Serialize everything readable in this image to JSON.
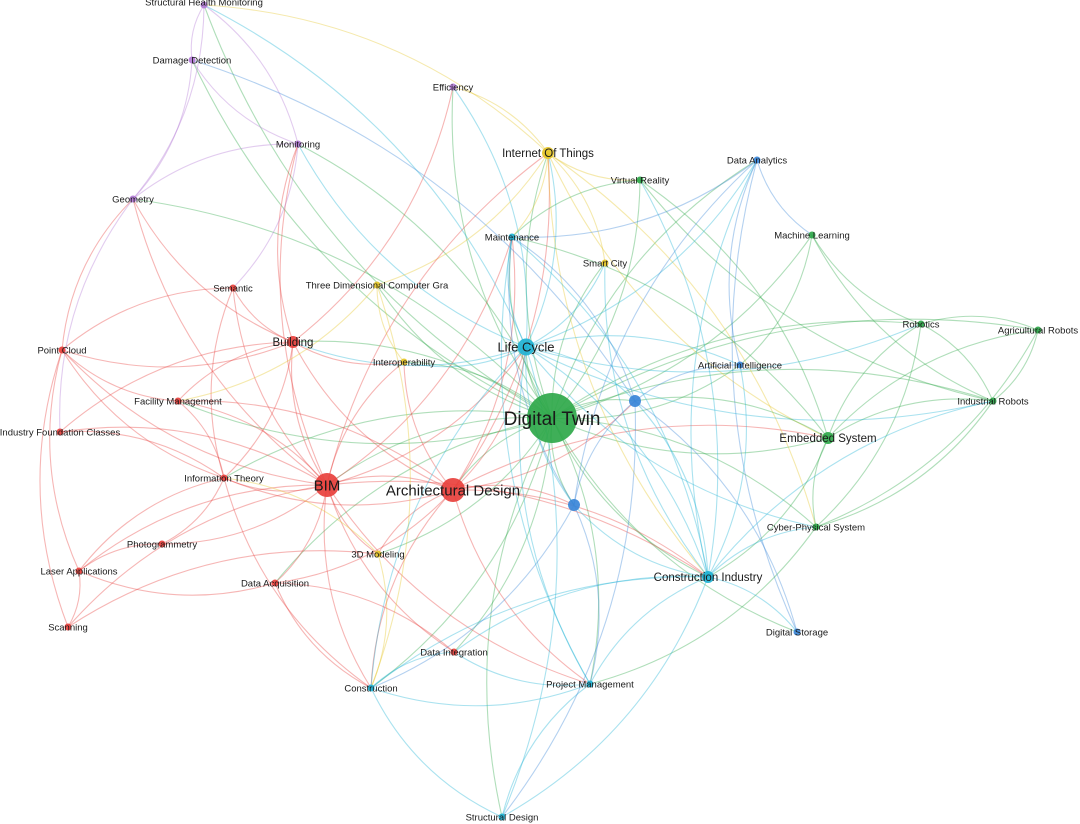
{
  "palette": {
    "red": "#e8403c",
    "green": "#2fa84a",
    "cyan": "#1fb2d4",
    "blue": "#3a86d8",
    "purple": "#b27ad6",
    "yellow": "#e6c627"
  },
  "nodes": [
    {
      "id": "structural-health-monitoring",
      "label": "Structural Health Monitoring",
      "cluster": "purple",
      "weight": 1
    },
    {
      "id": "damage-detection",
      "label": "Damage Detection",
      "cluster": "purple",
      "weight": 1
    },
    {
      "id": "monitoring",
      "label": "Monitoring",
      "cluster": "purple",
      "weight": 1
    },
    {
      "id": "geometry",
      "label": "Geometry",
      "cluster": "purple",
      "weight": 1
    },
    {
      "id": "efficiency",
      "label": "Efficiency",
      "cluster": "purple",
      "weight": 1
    },
    {
      "id": "internet-of-things",
      "label": "Internet Of Things",
      "cluster": "yellow",
      "weight": 2
    },
    {
      "id": "smart-city",
      "label": "Smart City",
      "cluster": "yellow",
      "weight": 1
    },
    {
      "id": "three-dimensional-computer-gra",
      "label": "Three Dimensional Computer Gra",
      "cluster": "yellow",
      "weight": 1
    },
    {
      "id": "interoperability",
      "label": "Interoperability",
      "cluster": "yellow",
      "weight": 1
    },
    {
      "id": "3d-modeling",
      "label": "3D Modeling",
      "cluster": "yellow",
      "weight": 1
    },
    {
      "id": "virtual-reality",
      "label": "Virtual Reality",
      "cluster": "green",
      "weight": 1
    },
    {
      "id": "machine-learning",
      "label": "Machine Learning",
      "cluster": "green",
      "weight": 1
    },
    {
      "id": "robotics",
      "label": "Robotics",
      "cluster": "green",
      "weight": 1
    },
    {
      "id": "agricultural-robots",
      "label": "Agricultural Robots",
      "cluster": "green",
      "weight": 1
    },
    {
      "id": "industrial-robots",
      "label": "Industrial Robots",
      "cluster": "green",
      "weight": 1
    },
    {
      "id": "embedded-system",
      "label": "Embedded System",
      "cluster": "green",
      "weight": 2
    },
    {
      "id": "cyber-physical-system",
      "label": "Cyber-Physical System",
      "cluster": "green",
      "weight": 1
    },
    {
      "id": "digital-twin",
      "label": "Digital Twin",
      "cluster": "green",
      "weight": 6
    },
    {
      "id": "data-analytics",
      "label": "Data Analytics",
      "cluster": "blue",
      "weight": 1
    },
    {
      "id": "artificial-intelligence",
      "label": "Artificial Intelligence",
      "cluster": "blue",
      "weight": 1
    },
    {
      "id": "digital-storage",
      "label": "Digital Storage",
      "cluster": "blue",
      "weight": 1
    },
    {
      "id": "unlabeled-blue-a",
      "label": "",
      "cluster": "blue",
      "weight": 2
    },
    {
      "id": "unlabeled-blue-b",
      "label": "",
      "cluster": "blue",
      "weight": 2
    },
    {
      "id": "maintenance",
      "label": "Maintenance",
      "cluster": "cyan",
      "weight": 1
    },
    {
      "id": "life-cycle",
      "label": "Life Cycle",
      "cluster": "cyan",
      "weight": 3
    },
    {
      "id": "construction-industry",
      "label": "Construction Industry",
      "cluster": "cyan",
      "weight": 2
    },
    {
      "id": "project-management",
      "label": "Project Management",
      "cluster": "cyan",
      "weight": 1
    },
    {
      "id": "construction",
      "label": "Construction",
      "cluster": "cyan",
      "weight": 1
    },
    {
      "id": "structural-design",
      "label": "Structural Design",
      "cluster": "cyan",
      "weight": 1
    },
    {
      "id": "building",
      "label": "Building",
      "cluster": "red",
      "weight": 2
    },
    {
      "id": "semantic",
      "label": "Semantic",
      "cluster": "red",
      "weight": 1
    },
    {
      "id": "point-cloud",
      "label": "Point Cloud",
      "cluster": "red",
      "weight": 1
    },
    {
      "id": "facility-management",
      "label": "Facility Management",
      "cluster": "red",
      "weight": 1
    },
    {
      "id": "industry-foundation-classes",
      "label": "Industry Foundation Classes",
      "cluster": "red",
      "weight": 1
    },
    {
      "id": "information-theory",
      "label": "Information Theory",
      "cluster": "red",
      "weight": 1
    },
    {
      "id": "bim",
      "label": "BIM",
      "cluster": "red",
      "weight": 4
    },
    {
      "id": "architectural-design",
      "label": "Architectural Design",
      "cluster": "red",
      "weight": 4
    },
    {
      "id": "photogrammetry",
      "label": "Photogrammetry",
      "cluster": "red",
      "weight": 1
    },
    {
      "id": "laser-applications",
      "label": "Laser Applications",
      "cluster": "red",
      "weight": 1
    },
    {
      "id": "data-acquisition",
      "label": "Data Acquisition",
      "cluster": "red",
      "weight": 1
    },
    {
      "id": "scanning",
      "label": "Scanning",
      "cluster": "red",
      "weight": 1
    },
    {
      "id": "data-integration",
      "label": "Data Integration",
      "cluster": "red",
      "weight": 1
    }
  ],
  "links": [
    [
      "digital-twin",
      "architectural-design"
    ],
    [
      "digital-twin",
      "bim"
    ],
    [
      "digital-twin",
      "life-cycle"
    ],
    [
      "digital-twin",
      "building"
    ],
    [
      "digital-twin",
      "internet-of-things"
    ],
    [
      "digital-twin",
      "virtual-reality"
    ],
    [
      "digital-twin",
      "maintenance"
    ],
    [
      "digital-twin",
      "smart-city"
    ],
    [
      "digital-twin",
      "interoperability"
    ],
    [
      "digital-twin",
      "three-dimensional-computer-gra"
    ],
    [
      "digital-twin",
      "embedded-system"
    ],
    [
      "digital-twin",
      "industrial-robots"
    ],
    [
      "digital-twin",
      "robotics"
    ],
    [
      "digital-twin",
      "agricultural-robots"
    ],
    [
      "digital-twin",
      "cyber-physical-system"
    ],
    [
      "digital-twin",
      "construction-industry"
    ],
    [
      "digital-twin",
      "project-management"
    ],
    [
      "digital-twin",
      "construction"
    ],
    [
      "digital-twin",
      "data-integration"
    ],
    [
      "digital-twin",
      "artificial-intelligence"
    ],
    [
      "digital-twin",
      "data-analytics"
    ],
    [
      "digital-twin",
      "machine-learning"
    ],
    [
      "digital-twin",
      "unlabeled-blue-a"
    ],
    [
      "digital-twin",
      "unlabeled-blue-b"
    ],
    [
      "digital-twin",
      "monitoring"
    ],
    [
      "digital-twin",
      "efficiency"
    ],
    [
      "digital-twin",
      "3d-modeling"
    ],
    [
      "digital-twin",
      "facility-management"
    ],
    [
      "digital-twin",
      "information-theory"
    ],
    [
      "digital-twin",
      "structural-design"
    ],
    [
      "digital-twin",
      "digital-storage"
    ],
    [
      "digital-twin",
      "geometry"
    ],
    [
      "digital-twin",
      "damage-detection"
    ],
    [
      "digital-twin",
      "structural-health-monitoring"
    ],
    [
      "digital-twin",
      "data-acquisition"
    ],
    [
      "bim",
      "architectural-design"
    ],
    [
      "bim",
      "building"
    ],
    [
      "bim",
      "information-theory"
    ],
    [
      "bim",
      "facility-management"
    ],
    [
      "bim",
      "semantic"
    ],
    [
      "bim",
      "point-cloud"
    ],
    [
      "bim",
      "industry-foundation-classes"
    ],
    [
      "bim",
      "photogrammetry"
    ],
    [
      "bim",
      "laser-applications"
    ],
    [
      "bim",
      "data-acquisition"
    ],
    [
      "bim",
      "scanning"
    ],
    [
      "bim",
      "life-cycle"
    ],
    [
      "bim",
      "construction"
    ],
    [
      "bim",
      "construction-industry"
    ],
    [
      "bim",
      "interoperability"
    ],
    [
      "bim",
      "3d-modeling"
    ],
    [
      "bim",
      "monitoring"
    ],
    [
      "bim",
      "geometry"
    ],
    [
      "bim",
      "project-management"
    ],
    [
      "bim",
      "maintenance"
    ],
    [
      "bim",
      "data-integration"
    ],
    [
      "architectural-design",
      "building"
    ],
    [
      "architectural-design",
      "life-cycle"
    ],
    [
      "architectural-design",
      "information-theory"
    ],
    [
      "architectural-design",
      "facility-management"
    ],
    [
      "architectural-design",
      "construction-industry"
    ],
    [
      "architectural-design",
      "project-management"
    ],
    [
      "architectural-design",
      "3d-modeling"
    ],
    [
      "architectural-design",
      "interoperability"
    ],
    [
      "architectural-design",
      "internet-of-things"
    ],
    [
      "architectural-design",
      "unlabeled-blue-a"
    ],
    [
      "architectural-design",
      "unlabeled-blue-b"
    ],
    [
      "architectural-design",
      "construction"
    ],
    [
      "architectural-design",
      "maintenance"
    ],
    [
      "architectural-design",
      "embedded-system"
    ],
    [
      "architectural-design",
      "data-acquisition"
    ],
    [
      "building",
      "semantic"
    ],
    [
      "building",
      "facility-management"
    ],
    [
      "building",
      "information-theory"
    ],
    [
      "building",
      "point-cloud"
    ],
    [
      "building",
      "monitoring"
    ],
    [
      "building",
      "life-cycle"
    ],
    [
      "building",
      "geometry"
    ],
    [
      "building",
      "industry-foundation-classes"
    ],
    [
      "building",
      "efficiency"
    ],
    [
      "information-theory",
      "facility-management"
    ],
    [
      "information-theory",
      "photogrammetry"
    ],
    [
      "information-theory",
      "point-cloud"
    ],
    [
      "information-theory",
      "semantic"
    ],
    [
      "information-theory",
      "laser-applications"
    ],
    [
      "information-theory",
      "industry-foundation-classes"
    ],
    [
      "point-cloud",
      "laser-applications"
    ],
    [
      "point-cloud",
      "scanning"
    ],
    [
      "point-cloud",
      "geometry"
    ],
    [
      "point-cloud",
      "semantic"
    ],
    [
      "point-cloud",
      "facility-management"
    ],
    [
      "laser-applications",
      "scanning"
    ],
    [
      "laser-applications",
      "data-acquisition"
    ],
    [
      "photogrammetry",
      "laser-applications"
    ],
    [
      "scanning",
      "3d-modeling"
    ],
    [
      "geometry",
      "structural-health-monitoring"
    ],
    [
      "geometry",
      "damage-detection"
    ],
    [
      "geometry",
      "monitoring"
    ],
    [
      "geometry",
      "industry-foundation-classes"
    ],
    [
      "damage-detection",
      "structural-health-monitoring"
    ],
    [
      "damage-detection",
      "monitoring"
    ],
    [
      "monitoring",
      "structural-health-monitoring"
    ],
    [
      "monitoring",
      "semantic"
    ],
    [
      "monitoring",
      "life-cycle"
    ],
    [
      "efficiency",
      "life-cycle"
    ],
    [
      "efficiency",
      "internet-of-things"
    ],
    [
      "structural-health-monitoring",
      "life-cycle"
    ],
    [
      "structural-health-monitoring",
      "internet-of-things"
    ],
    [
      "damage-detection",
      "unlabeled-blue-a"
    ],
    [
      "internet-of-things",
      "smart-city"
    ],
    [
      "internet-of-things",
      "maintenance"
    ],
    [
      "internet-of-things",
      "virtual-reality"
    ],
    [
      "internet-of-things",
      "life-cycle"
    ],
    [
      "internet-of-things",
      "embedded-system"
    ],
    [
      "internet-of-things",
      "cyber-physical-system"
    ],
    [
      "internet-of-things",
      "construction-industry"
    ],
    [
      "internet-of-things",
      "three-dimensional-computer-gra"
    ],
    [
      "internet-of-things",
      "bim"
    ],
    [
      "smart-city",
      "life-cycle"
    ],
    [
      "smart-city",
      "construction-industry"
    ],
    [
      "three-dimensional-computer-gra",
      "interoperability"
    ],
    [
      "three-dimensional-computer-gra",
      "construction"
    ],
    [
      "three-dimensional-computer-gra",
      "facility-management"
    ],
    [
      "interoperability",
      "life-cycle"
    ],
    [
      "interoperability",
      "building"
    ],
    [
      "3d-modeling",
      "construction"
    ],
    [
      "3d-modeling",
      "information-theory"
    ],
    [
      "virtual-reality",
      "embedded-system"
    ],
    [
      "virtual-reality",
      "industrial-robots"
    ],
    [
      "virtual-reality",
      "construction-industry"
    ],
    [
      "virtual-reality",
      "maintenance"
    ],
    [
      "data-analytics",
      "maintenance"
    ],
    [
      "data-analytics",
      "life-cycle"
    ],
    [
      "data-analytics",
      "construction-industry"
    ],
    [
      "data-analytics",
      "machine-learning"
    ],
    [
      "data-analytics",
      "artificial-intelligence"
    ],
    [
      "data-analytics",
      "unlabeled-blue-b"
    ],
    [
      "data-analytics",
      "digital-storage"
    ],
    [
      "machine-learning",
      "robotics"
    ],
    [
      "machine-learning",
      "industrial-robots"
    ],
    [
      "machine-learning",
      "artificial-intelligence"
    ],
    [
      "robotics",
      "agricultural-robots"
    ],
    [
      "robotics",
      "industrial-robots"
    ],
    [
      "robotics",
      "embedded-system"
    ],
    [
      "robotics",
      "life-cycle"
    ],
    [
      "robotics",
      "cyber-physical-system"
    ],
    [
      "agricultural-robots",
      "industrial-robots"
    ],
    [
      "agricultural-robots",
      "embedded-system"
    ],
    [
      "agricultural-robots",
      "cyber-physical-system"
    ],
    [
      "industrial-robots",
      "embedded-system"
    ],
    [
      "industrial-robots",
      "cyber-physical-system"
    ],
    [
      "industrial-robots",
      "construction-industry"
    ],
    [
      "industrial-robots",
      "life-cycle"
    ],
    [
      "embedded-system",
      "cyber-physical-system"
    ],
    [
      "embedded-system",
      "construction-industry"
    ],
    [
      "embedded-system",
      "unlabeled-blue-a"
    ],
    [
      "embedded-system",
      "maintenance"
    ],
    [
      "cyber-physical-system",
      "construction-industry"
    ],
    [
      "cyber-physical-system",
      "life-cycle"
    ],
    [
      "cyber-physical-system",
      "project-management"
    ],
    [
      "artificial-intelligence",
      "construction-industry"
    ],
    [
      "artificial-intelligence",
      "life-cycle"
    ],
    [
      "artificial-intelligence",
      "unlabeled-blue-a"
    ],
    [
      "construction-industry",
      "project-management"
    ],
    [
      "construction-industry",
      "construction"
    ],
    [
      "construction-industry",
      "unlabeled-blue-a"
    ],
    [
      "construction-industry",
      "unlabeled-blue-b"
    ],
    [
      "construction-industry",
      "digital-storage"
    ],
    [
      "construction-industry",
      "life-cycle"
    ],
    [
      "construction-industry",
      "maintenance"
    ],
    [
      "construction-industry",
      "data-integration"
    ],
    [
      "construction-industry",
      "structural-design"
    ],
    [
      "project-management",
      "construction"
    ],
    [
      "project-management",
      "unlabeled-blue-b"
    ],
    [
      "project-management",
      "data-integration"
    ],
    [
      "project-management",
      "life-cycle"
    ],
    [
      "project-management",
      "structural-design"
    ],
    [
      "project-management",
      "maintenance"
    ],
    [
      "construction",
      "structural-design"
    ],
    [
      "construction",
      "life-cycle"
    ],
    [
      "construction",
      "unlabeled-blue-b"
    ],
    [
      "construction",
      "data-integration"
    ],
    [
      "structural-design",
      "unlabeled-blue-a"
    ],
    [
      "structural-design",
      "life-cycle"
    ],
    [
      "life-cycle",
      "maintenance"
    ],
    [
      "life-cycle",
      "unlabeled-blue-a"
    ],
    [
      "life-cycle",
      "unlabeled-blue-b"
    ],
    [
      "maintenance",
      "unlabeled-blue-a"
    ],
    [
      "maintenance",
      "unlabeled-blue-b"
    ],
    [
      "unlabeled-blue-a",
      "unlabeled-blue-b"
    ],
    [
      "digital-storage",
      "unlabeled-blue-a"
    ],
    [
      "data-integration",
      "data-acquisition"
    ],
    [
      "data-acquisition",
      "construction"
    ],
    [
      "information-theory",
      "construction"
    ]
  ]
}
